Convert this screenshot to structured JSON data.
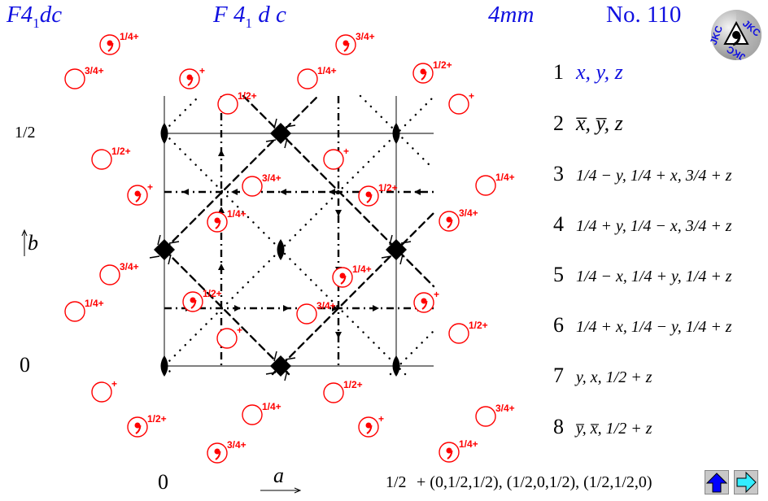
{
  "header": {
    "short_symbol_parts": [
      "F4",
      "1",
      "dc"
    ],
    "full_symbol_parts": [
      "F 4",
      "1",
      " d c"
    ],
    "point_group": "4mm",
    "number": "No. 110",
    "logo_text": "JKC"
  },
  "axes": {
    "b_label": "b",
    "a_label": "a",
    "left_top": "1/2",
    "left_bottom": "0",
    "bottom_left": "0",
    "bottom_right": "1/2"
  },
  "coordinates": [
    {
      "index": "1",
      "expr": "x, y, z",
      "color": "#1010e0"
    },
    {
      "index": "2",
      "expr": "x̅, y̅, z"
    },
    {
      "index": "3",
      "expr": "1/4 − y, 1/4 + x, 3/4 + z"
    },
    {
      "index": "4",
      "expr": "1/4 + y, 1/4 − x, 3/4 + z"
    },
    {
      "index": "5",
      "expr": "1/4 − x, 1/4 + y, 1/4 + z"
    },
    {
      "index": "6",
      "expr": "1/4 + x, 1/4 − y, 1/4 + z"
    },
    {
      "index": "7",
      "expr": "y, x, 1/2 + z"
    },
    {
      "index": "8",
      "expr": "y̅, x̅, 1/2 + z"
    }
  ],
  "centering": "+ (0,1/2,1/2), (1/2,0,1/2), (1/2,1/2,0)",
  "buttons": [
    {
      "name": "up-arrow",
      "color": "#0000ff"
    },
    {
      "name": "right-arrow",
      "color": "#33eeff"
    }
  ],
  "symbol_color": "#ff0000",
  "symbols": [
    {
      "height": "1/4+",
      "comma": true
    },
    {
      "height": "3/4+",
      "comma": true
    },
    {
      "height": "3/4+",
      "comma": false
    },
    {
      "height": "+",
      "comma": true
    },
    {
      "height": "1/4+",
      "comma": false
    },
    {
      "height": "1/2+",
      "comma": true
    },
    {
      "height": "1/2+",
      "comma": false
    },
    {
      "height": "+",
      "comma": false
    },
    {
      "height": "1/2+",
      "comma": false
    },
    {
      "height": "+",
      "comma": false
    },
    {
      "height": "+",
      "comma": true
    },
    {
      "height": "3/4+",
      "comma": false
    },
    {
      "height": "1/2+",
      "comma": true
    },
    {
      "height": "1/4+",
      "comma": false
    },
    {
      "height": "1/4+",
      "comma": true
    },
    {
      "height": "3/4+",
      "comma": true
    },
    {
      "height": "3/4+",
      "comma": false
    },
    {
      "height": "1/4+",
      "comma": true
    },
    {
      "height": "1/4+",
      "comma": false
    },
    {
      "height": "1/2+",
      "comma": true
    },
    {
      "height": "3/4+",
      "comma": false
    },
    {
      "height": "+",
      "comma": true
    },
    {
      "height": "+",
      "comma": false
    },
    {
      "height": "1/2+",
      "comma": false
    },
    {
      "height": "+",
      "comma": false
    },
    {
      "height": "1/2+",
      "comma": false
    },
    {
      "height": "1/2+",
      "comma": true
    },
    {
      "height": "1/4+",
      "comma": false
    },
    {
      "height": "+",
      "comma": true
    },
    {
      "height": "3/4+",
      "comma": false
    },
    {
      "height": "3/4+",
      "comma": true
    },
    {
      "height": "1/4+",
      "comma": true
    }
  ]
}
